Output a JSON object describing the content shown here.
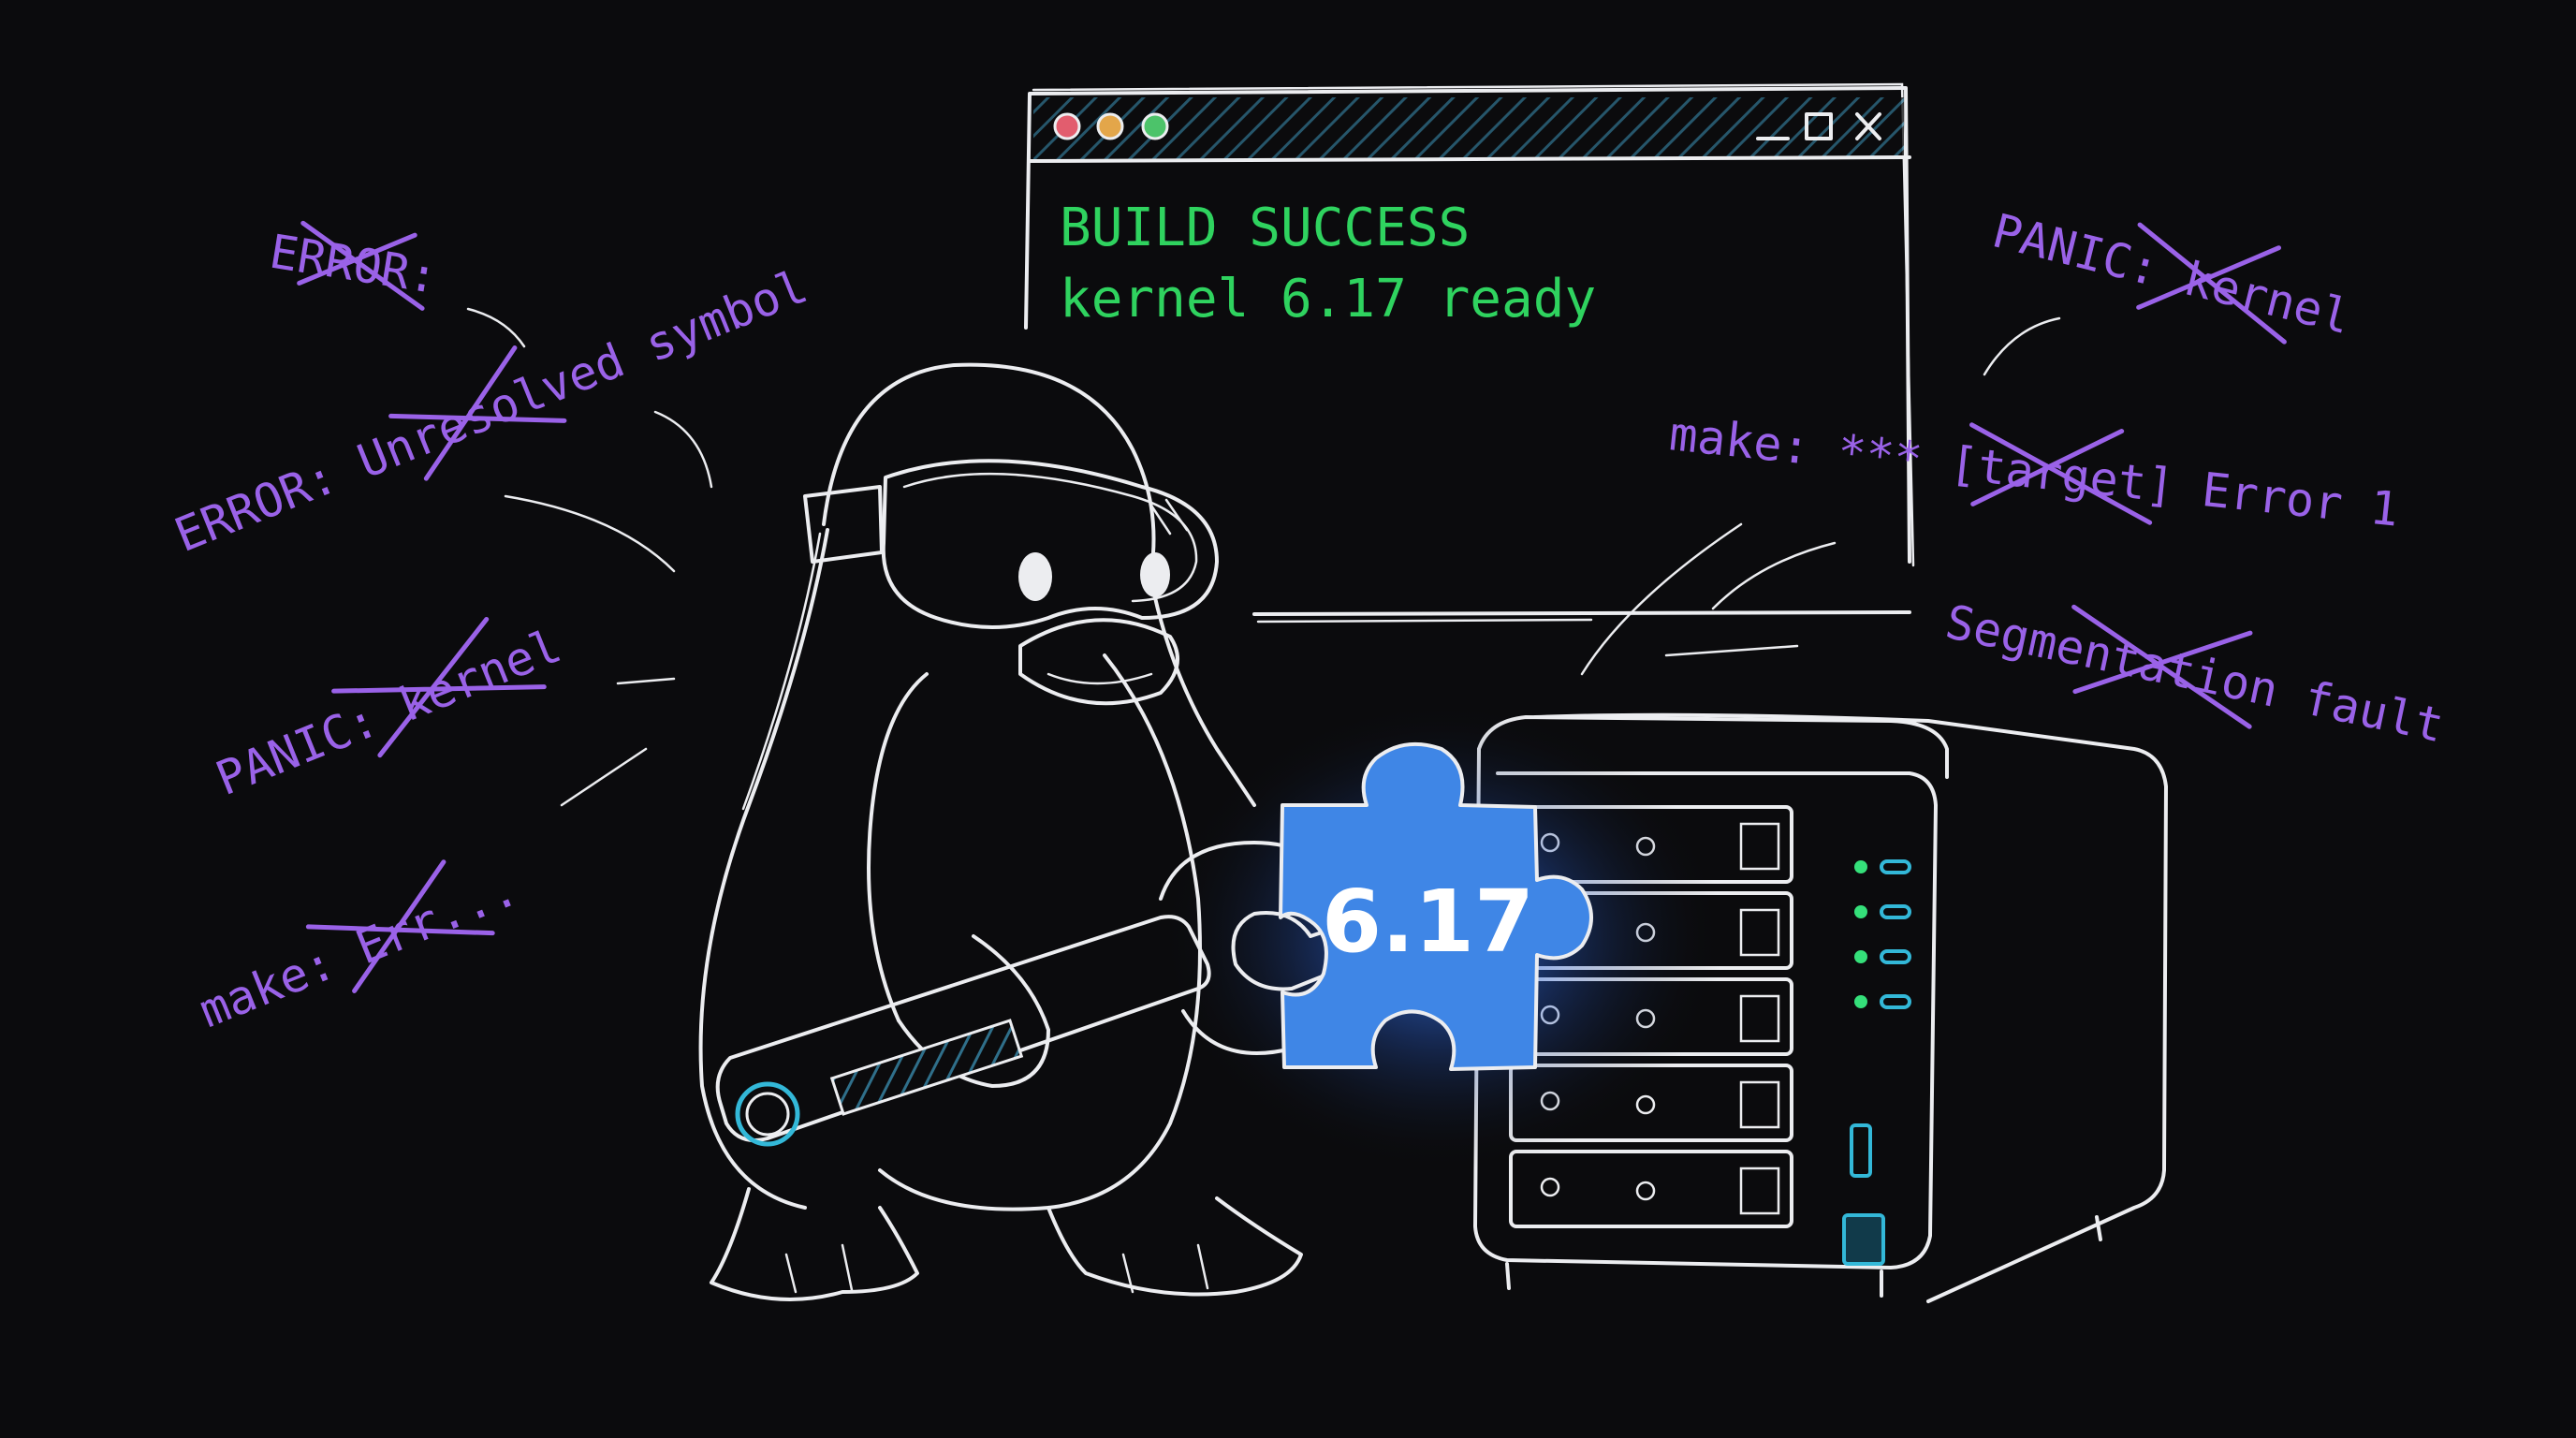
{
  "terminal": {
    "line1": "BUILD SUCCESS",
    "line2": "kernel 6.17 ready",
    "minimize_glyph": "_",
    "maximize_glyph": "□",
    "close_glyph": "×"
  },
  "puzzle_piece": {
    "label": "6.17"
  },
  "errors_left": [
    "ERROR:",
    "ERROR: Unresolved symbol",
    "PANIC: kernel",
    "make: Err..."
  ],
  "errors_right": [
    "PANIC: kernel",
    "make: *** [target] Error 1",
    "Segmentation fault"
  ],
  "icons": {
    "traffic_lights": [
      "red-dot-icon",
      "yellow-dot-icon",
      "green-dot-icon"
    ],
    "mascot": "penguin-icon",
    "tool": "wrench-icon",
    "device": "nas-server-icon"
  },
  "colors": {
    "background": "#0b0b0d",
    "error_text": "#9a62e8",
    "terminal_text": "#2fd35f",
    "puzzle_fill": "#3f86e6",
    "status_led": "#35e07a",
    "accent_cyan": "#33b8d8"
  }
}
